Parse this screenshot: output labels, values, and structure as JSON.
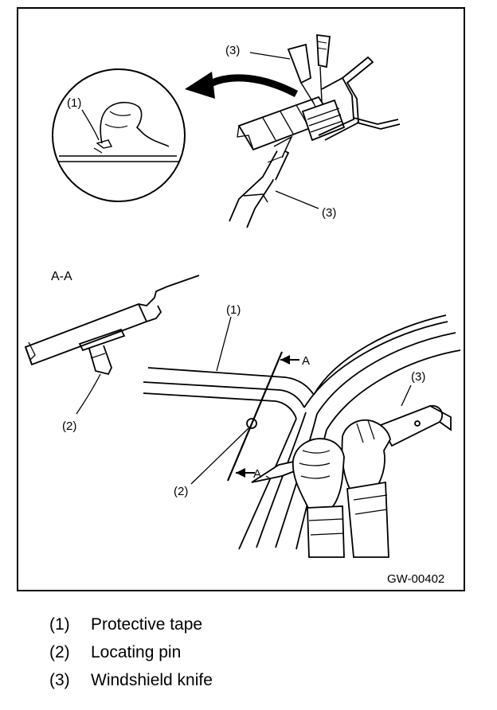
{
  "figure": {
    "callouts": {
      "top_knife_label": "(3)",
      "top_knife_label_lower": "(3)",
      "detail_tape_label": "(1)",
      "section_title": "A-A",
      "section_pin_label": "(2)",
      "main_tape_label": "(1)",
      "main_pin_label": "(2)",
      "main_knife_label": "(3)",
      "section_marker_upper": "A",
      "section_marker_lower": "A"
    },
    "code": "GW-00402"
  },
  "legend": [
    {
      "num": "(1)",
      "text": "Protective tape"
    },
    {
      "num": "(2)",
      "text": "Locating pin"
    },
    {
      "num": "(3)",
      "text": "Windshield knife"
    }
  ]
}
